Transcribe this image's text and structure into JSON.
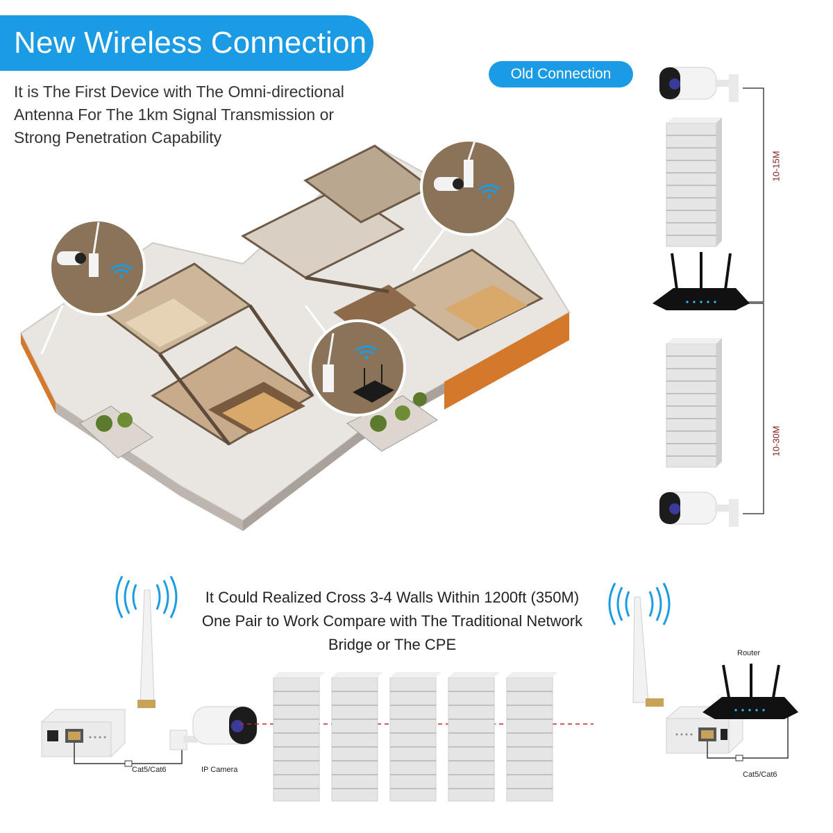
{
  "header": {
    "title": "New Wireless Connection",
    "subtitle_lines": [
      "It is The First Device with The Omni-directional",
      "Antenna For The 1km Signal Transmission or",
      "Strong Penetration Capability"
    ]
  },
  "old_connection": {
    "label": "Old Connection",
    "distance_top": "10-15M",
    "distance_bottom": "10-30M"
  },
  "bottom": {
    "caption_lines": [
      "It Could Realized Cross 3-4 Walls Within 1200ft (350M)",
      "One Pair to Work  Compare with The Traditional Network",
      "Bridge or The CPE"
    ],
    "left_cable_label": "Cat5/Cat6",
    "camera_label": "IP Camera",
    "router_label": "Router",
    "right_cable_label": "Cat5/Cat6"
  },
  "colors": {
    "accent": "#1a9be4",
    "distance_text": "#8b1a1a",
    "dashed_line": "#cc2222",
    "wifi": "#1a9be4"
  },
  "icons": [
    "camera-icon",
    "router-icon",
    "brick-wall-icon",
    "wifi-icon",
    "antenna-bridge-icon",
    "signal-wave-icon"
  ]
}
